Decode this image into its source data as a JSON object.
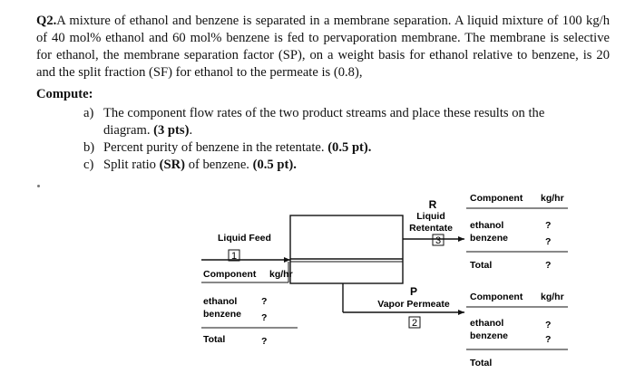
{
  "question": {
    "number": "Q2.",
    "text": "A mixture of ethanol and benzene is separated in a membrane separation. A liquid mixture of 100 kg/h of 40 mol% ethanol and 60 mol% benzene is fed to pervaporation membrane. The membrane is selective for ethanol, the membrane separation factor (SP), on a weight basis for ethanol relative to benzene, is 20 and the split fraction (SF) for ethanol to the permeate is (0.8),",
    "compute_label": "Compute:",
    "items": [
      {
        "label": "a)",
        "text": "The component flow rates of the two product streams and place these results on the",
        "text2": "diagram.",
        "points": "(3 pts)",
        "tail": "."
      },
      {
        "label": "b)",
        "text": "Percent purity of benzene in the retentate.",
        "points": "(0.5 pt)."
      },
      {
        "label": "c)",
        "text": "Split ratio",
        "sr": "(SR)",
        "text_b": "of benzene.",
        "points": "(0.5 pt)."
      }
    ]
  },
  "diagram": {
    "feed": {
      "title": "Liquid Feed",
      "number": "1",
      "header_component": "Component",
      "header_unit": "kg/hr",
      "rows": [
        {
          "name": "ethanol",
          "value": "?"
        },
        {
          "name": "benzene",
          "value": "?"
        }
      ],
      "total_label": "Total",
      "total_value": "?"
    },
    "retentate": {
      "letter": "R",
      "title_line1": "Liquid",
      "title_line2": "Retentate",
      "number": "3",
      "header_component": "Component",
      "header_unit": "kg/hr",
      "rows": [
        {
          "name": "ethanol",
          "value": "?"
        },
        {
          "name": "benzene",
          "value": "?"
        }
      ],
      "total_label": "Total",
      "total_value": "?"
    },
    "permeate": {
      "letter": "P",
      "title": "Vapor Permeate",
      "number": "2",
      "header_component": "Component",
      "header_unit": "kg/hr",
      "rows": [
        {
          "name": "ethanol",
          "value": "?"
        },
        {
          "name": "benzene",
          "value": "?"
        }
      ],
      "total_label": "Total"
    }
  }
}
